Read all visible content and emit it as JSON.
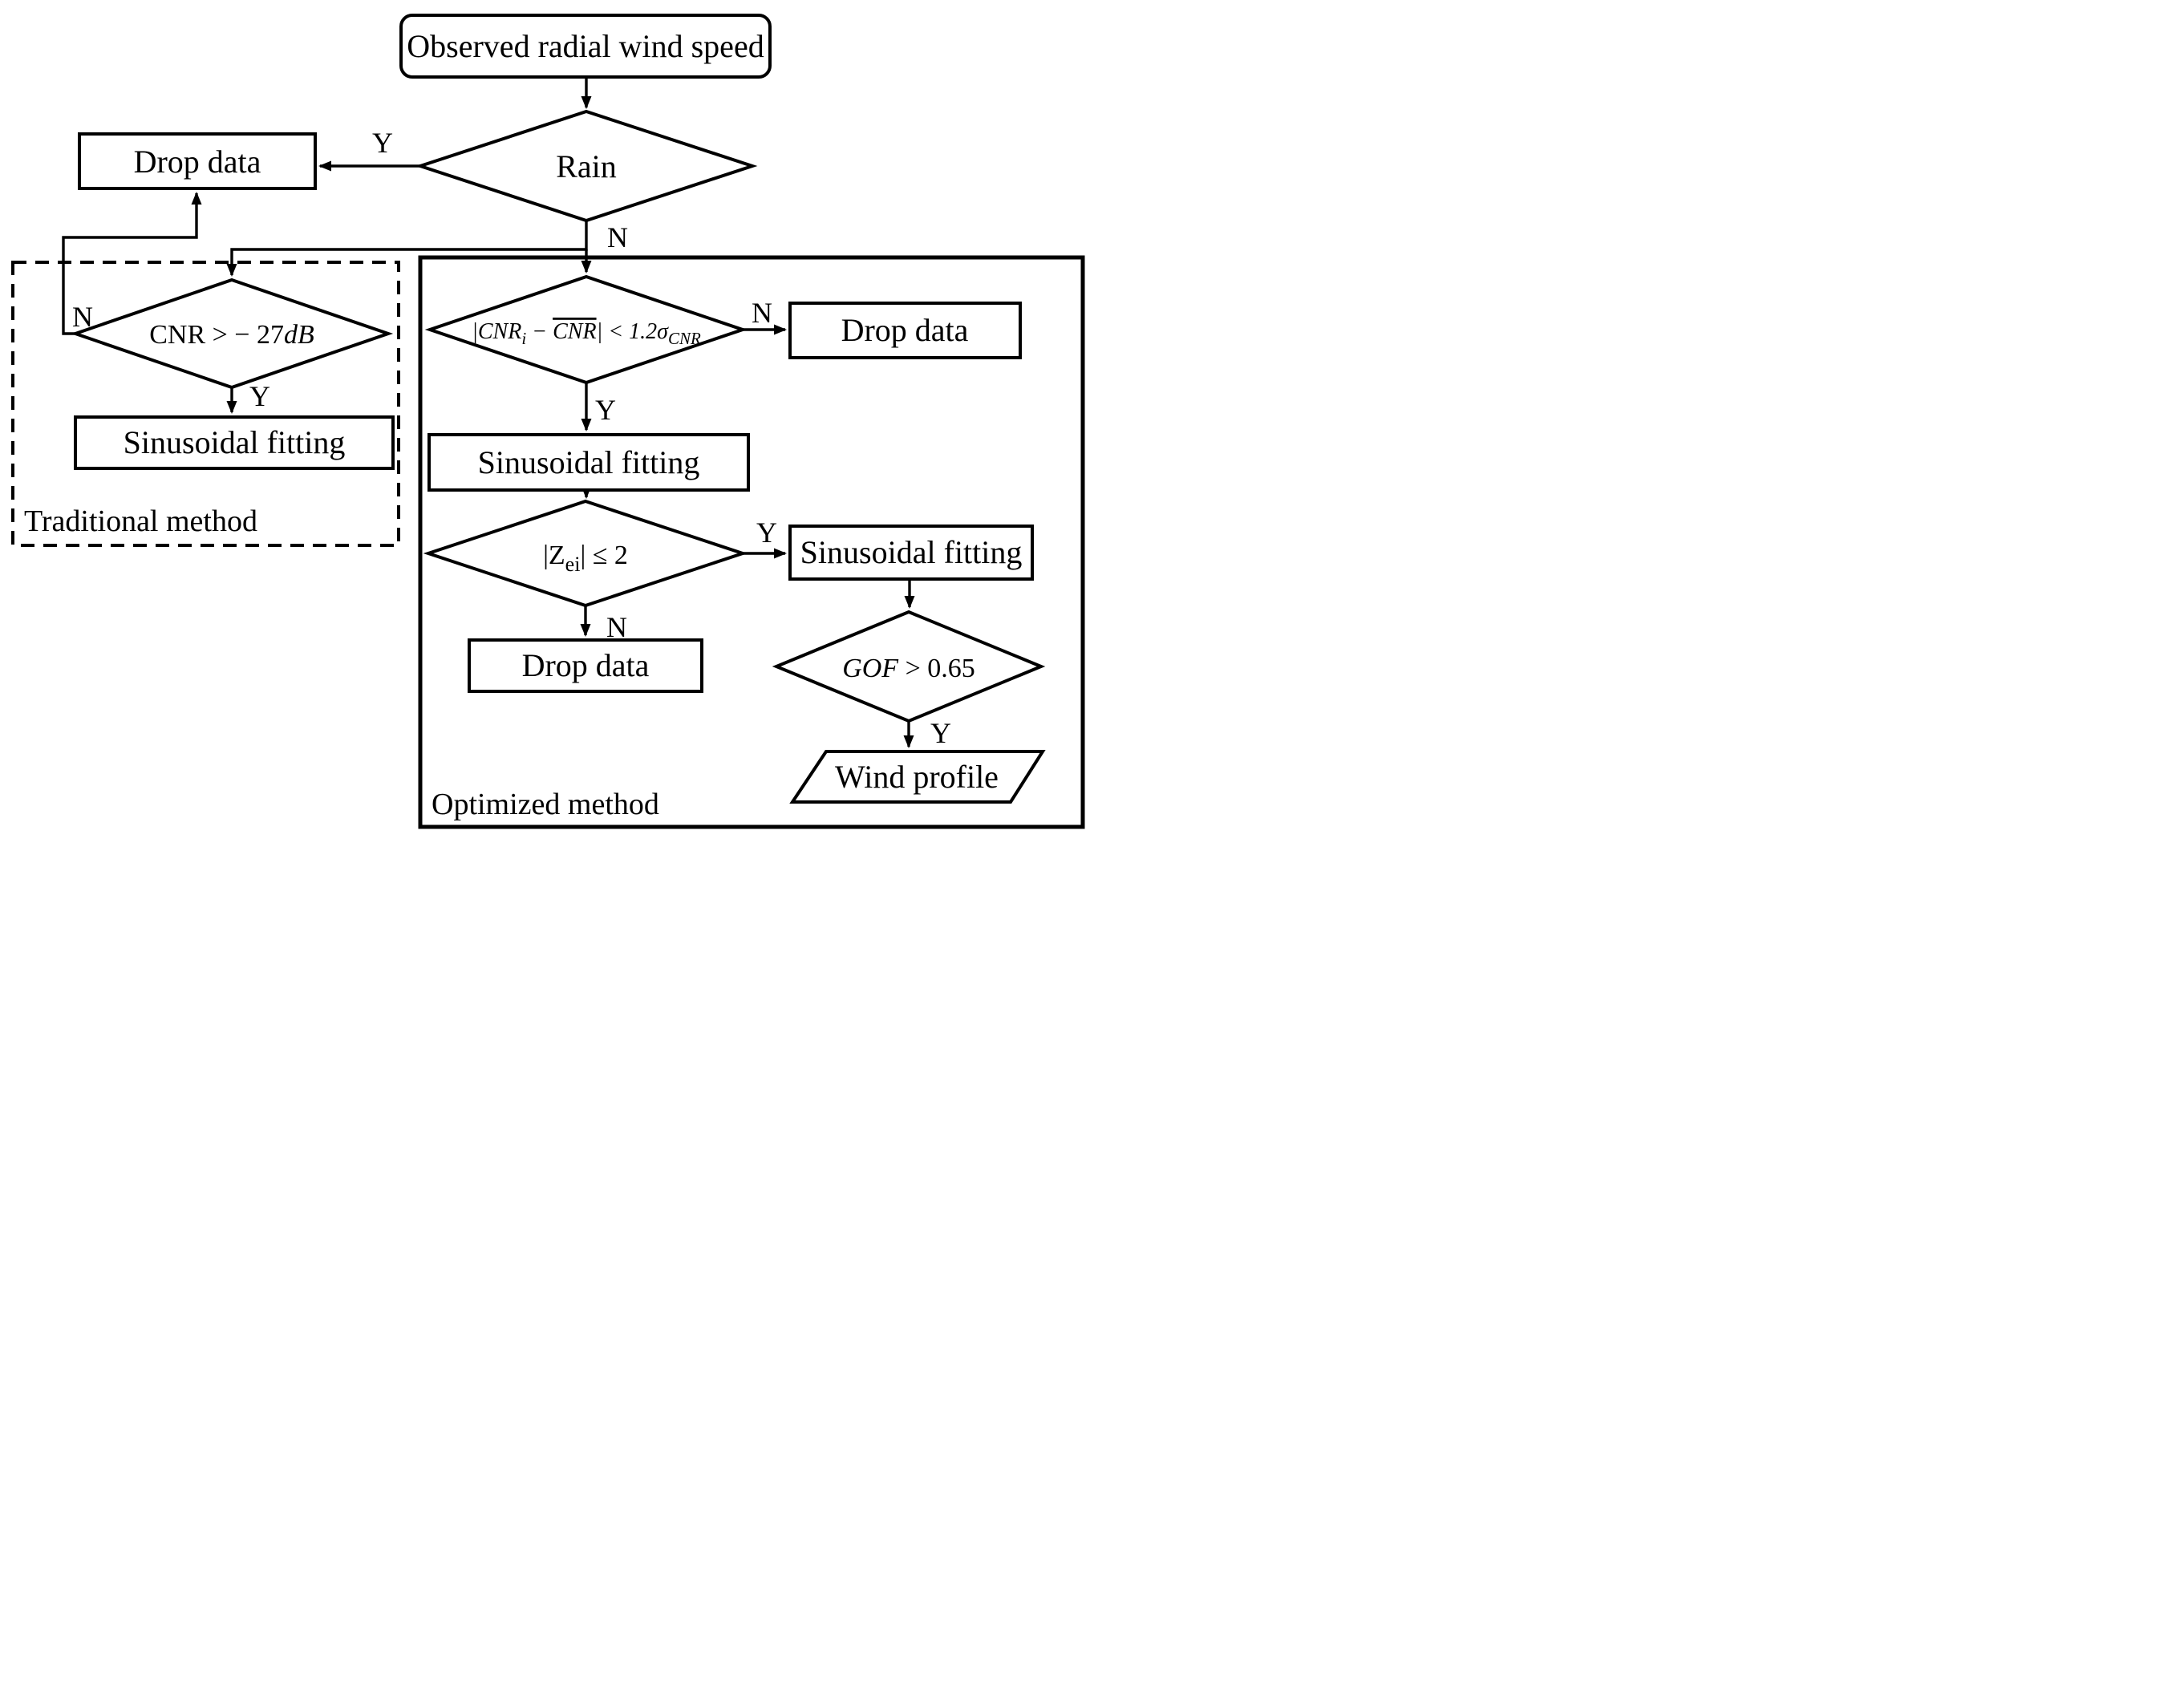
{
  "page": {
    "background": "#ffffff",
    "stroke_color": "#000000"
  },
  "nodes": {
    "observed": "Observed radial wind speed",
    "rain": "Rain",
    "drop_top_left": "Drop data",
    "cnr_roman": "CNR > − 27",
    "cnr_italic": "dB",
    "sin_traditional": "Sinusoidal fitting",
    "cnri_open": "|CNR",
    "cnri_sub_i": "i",
    "cnri_minus": " − ",
    "cnri_bar": "CNR",
    "cnri_close": "| < 1.2σ",
    "cnri_sub": "CNR",
    "drop_right": "Drop data",
    "sin_opt1": "Sinusoidal fitting",
    "z_open": "|Z",
    "z_sub": "ei",
    "z_close": "| ≤ 2",
    "drop_bottom": "Drop data",
    "sin_opt2": "Sinusoidal fitting",
    "gof_italic": "GOF",
    "gof_rest": " > 0.65",
    "wind": "Wind profile"
  },
  "groups": {
    "traditional": "Traditional method",
    "optimized": "Optimized method"
  },
  "labels": {
    "rain_yes": "Y",
    "rain_no": "N",
    "cnr_no": "N",
    "cnr_yes": "Y",
    "cnri_no": "N",
    "cnri_yes": "Y",
    "z_yes": "Y",
    "z_no": "N",
    "gof_yes": "Y"
  }
}
